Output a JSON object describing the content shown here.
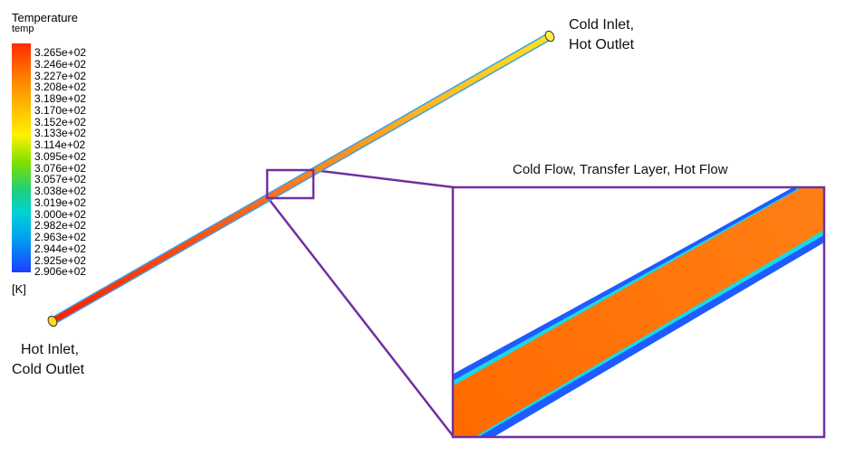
{
  "legend": {
    "title": "Temperature",
    "subtitle": "temp",
    "unit": "[K]",
    "ticks": [
      "3.265e+02",
      "3.246e+02",
      "3.227e+02",
      "3.208e+02",
      "3.189e+02",
      "3.170e+02",
      "3.152e+02",
      "3.133e+02",
      "3.114e+02",
      "3.095e+02",
      "3.076e+02",
      "3.057e+02",
      "3.038e+02",
      "3.019e+02",
      "3.000e+02",
      "2.982e+02",
      "2.963e+02",
      "2.944e+02",
      "2.925e+02",
      "2.906e+02"
    ]
  },
  "annotations": {
    "top_right_line1": "Cold Inlet,",
    "top_right_line2": "Hot Outlet",
    "bottom_left_line1": "Hot Inlet,",
    "bottom_left_line2": "Cold Outlet",
    "zoom_title": "Cold Flow, Transfer Layer, Hot Flow"
  },
  "colors": {
    "highlight_box": "#7030a0",
    "hot": "#ff2a00",
    "warm": "#ff7a00",
    "cool_layer": "#1f5cff",
    "transfer_layer": "#19d9e6"
  }
}
